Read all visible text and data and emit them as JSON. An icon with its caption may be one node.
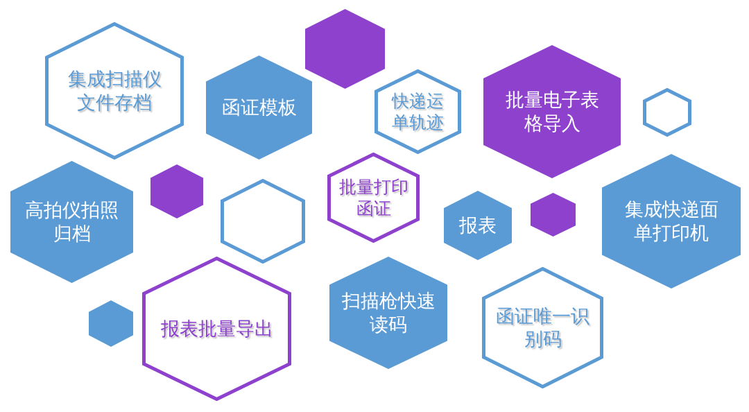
{
  "diagram": {
    "nodes": [
      {
        "text": [
          "集成扫描仪文件存档"
        ]
      },
      {
        "text": [],
        "shape": "hexagon"
      },
      {
        "text": [
          "函证模板"
        ]
      },
      {
        "text": [
          "快递运单轨迹"
        ]
      },
      {
        "text": [
          "批量电子表格导入"
        ]
      },
      {
        "text": [],
        "shape": "hexagon"
      },
      {
        "text": [
          "高拍仪拍照归档"
        ]
      },
      {
        "text": [],
        "shape": "hexagon"
      },
      {
        "text": [
          "批量打印函证"
        ]
      },
      {
        "text": [],
        "shape": "hexagon"
      },
      {
        "text": [
          "报表"
        ]
      },
      {
        "text": [],
        "shape": "hexagon"
      },
      {
        "text": [
          "集成快递面单打印机"
        ]
      },
      {
        "text": [],
        "shape": "hexagon"
      },
      {
        "text": [
          "报表批量导出"
        ]
      },
      {
        "text": [
          "扫描枪快速读码"
        ]
      },
      {
        "text": [
          "函证唯一识别码"
        ]
      }
    ]
  }
}
